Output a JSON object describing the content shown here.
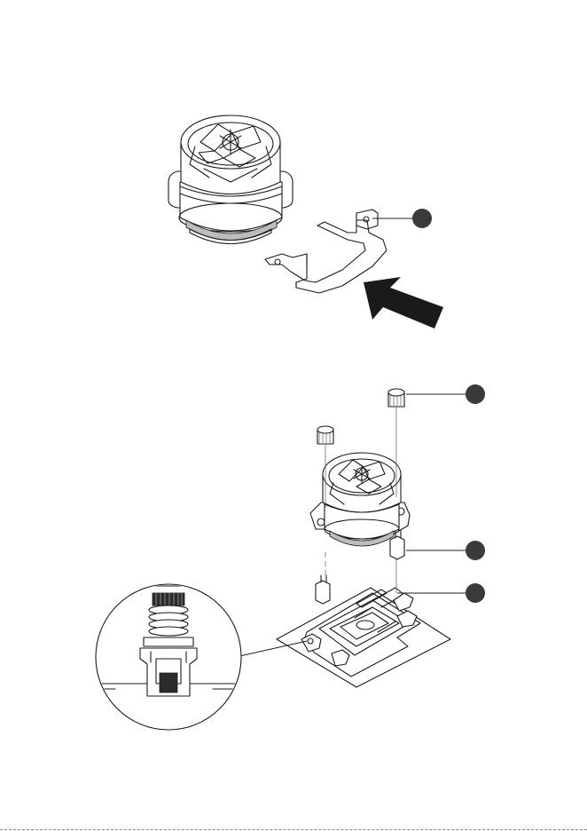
{
  "figure": {
    "top_panel": {
      "parts": [
        "pump-cooler",
        "mounting-bracket",
        "insert-arrow"
      ],
      "callouts": 1
    },
    "bottom_panel": {
      "parts": [
        "pump-cooler",
        "thumb-screw",
        "standoff",
        "cpu-backplate",
        "cpu-socket",
        "zoom-detail-spring-screw"
      ],
      "callouts": 3
    },
    "colors": {
      "line": "#1a1a1a",
      "callout": "#3a3a3a",
      "arrow": "#1a1a1a",
      "background": "#ffffff"
    }
  }
}
